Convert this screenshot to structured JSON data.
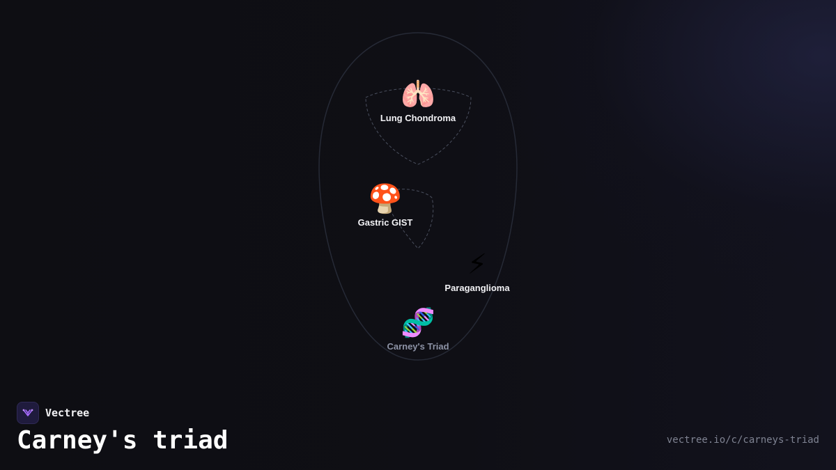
{
  "diagram": {
    "nodes": {
      "lung": {
        "icon": "lungs-icon",
        "glyph": "🫁",
        "label": "Lung Chondroma"
      },
      "gastric": {
        "icon": "mushroom-icon",
        "glyph": "🍄",
        "label": "Gastric GIST"
      },
      "para": {
        "icon": "lightning-icon",
        "glyph": "⚡",
        "label": "Paraganglioma"
      },
      "root": {
        "icon": "dna-icon",
        "glyph": "🧬",
        "label": "Carney's Triad"
      }
    }
  },
  "footer": {
    "brand": "Vectree",
    "title": "Carney's triad",
    "url": "vectree.io/c/carneys-triad"
  },
  "colors": {
    "background": "#0e0e13",
    "outline": "#2a2e3a",
    "logo": "#a66bff"
  }
}
